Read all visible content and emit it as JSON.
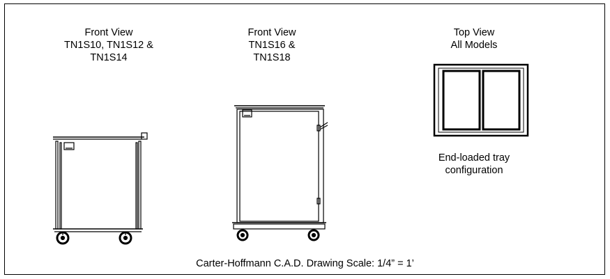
{
  "views": {
    "front_small": {
      "lines": [
        "Front View",
        "TN1S10, TN1S12 &",
        "TN1S14"
      ]
    },
    "front_large": {
      "lines": [
        "Front View",
        "TN1S16 &",
        "TN1S18"
      ]
    },
    "top": {
      "lines": [
        "Top View",
        "All Models"
      ]
    },
    "config": {
      "lines": [
        "End-loaded tray",
        "configuration"
      ]
    }
  },
  "footer": {
    "scale_text": "Carter-Hoffmann C.A.D. Drawing Scale: 1/4” = 1’"
  }
}
